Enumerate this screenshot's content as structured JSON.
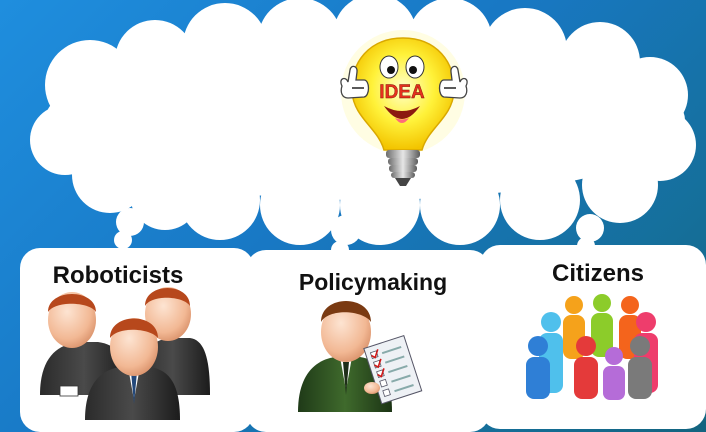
{
  "idea_bulb": {
    "label": "IDEA"
  },
  "cards": [
    {
      "label": "Roboticists"
    },
    {
      "label": "Policymaking"
    },
    {
      "label": "Citizens"
    }
  ],
  "colors": {
    "background_start": "#1f8ede",
    "background_end": "#13647f",
    "bulb_yellow": "#fff23a",
    "idea_text": "#e4301e"
  },
  "icons": [
    "thought-cloud",
    "idea-lightbulb-icon",
    "businessmen-group-icon",
    "businessman-checklist-icon",
    "crowd-people-icon"
  ]
}
